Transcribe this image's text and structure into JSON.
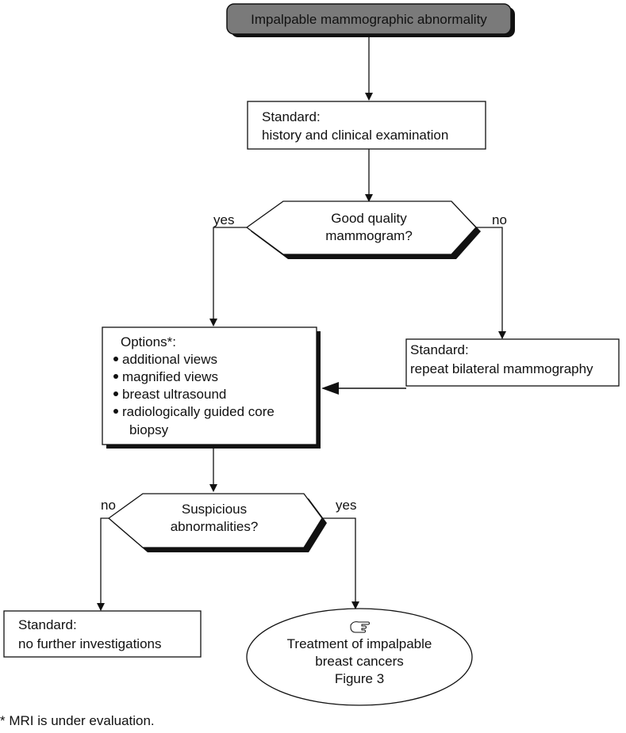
{
  "start": "Impalpable mammographic abnormality",
  "step_history": [
    "Standard:",
    "history and clinical examination"
  ],
  "decision_quality": [
    "Good quality",
    "mammogram?"
  ],
  "yes_label": "yes",
  "no_label": "no",
  "options": {
    "title": "Options*:",
    "items": [
      "additional views",
      "magnified views",
      "breast ultrasound",
      "radiologically guided core",
      "biopsy"
    ]
  },
  "step_repeat": [
    "Standard:",
    "repeat bilateral mammography"
  ],
  "decision_suspicious": [
    "Suspicious",
    "abnormalities?"
  ],
  "step_no_further": [
    "Standard:",
    "no further investigations"
  ],
  "treatment": {
    "icon": "pointing-hand-icon",
    "lines": [
      "Treatment of impalpable",
      "breast cancers",
      "Figure 3"
    ]
  },
  "footnote": "* MRI is under evaluation."
}
